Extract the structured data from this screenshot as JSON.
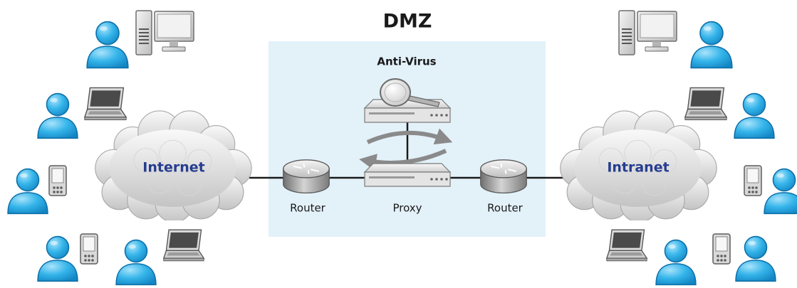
{
  "title": "DMZ",
  "zone_color": "#e3f1f9",
  "link_color": "#1a1a1a",
  "user_color": "#29aae1",
  "cloud_label_color": "#263d8f",
  "clouds": {
    "left": "Internet",
    "right": "Intranet"
  },
  "devices": {
    "router_left": "Router",
    "proxy": "Proxy",
    "router_right": "Router",
    "antivirus": "Anti-Virus"
  },
  "icons": {
    "user": "user-icon",
    "desktop": "desktop-computer-icon",
    "laptop": "laptop-icon",
    "pda": "pda-icon",
    "router": "router-icon",
    "server": "server-appliance-icon",
    "magnifier": "magnifier-icon",
    "cloud": "cloud-icon"
  }
}
